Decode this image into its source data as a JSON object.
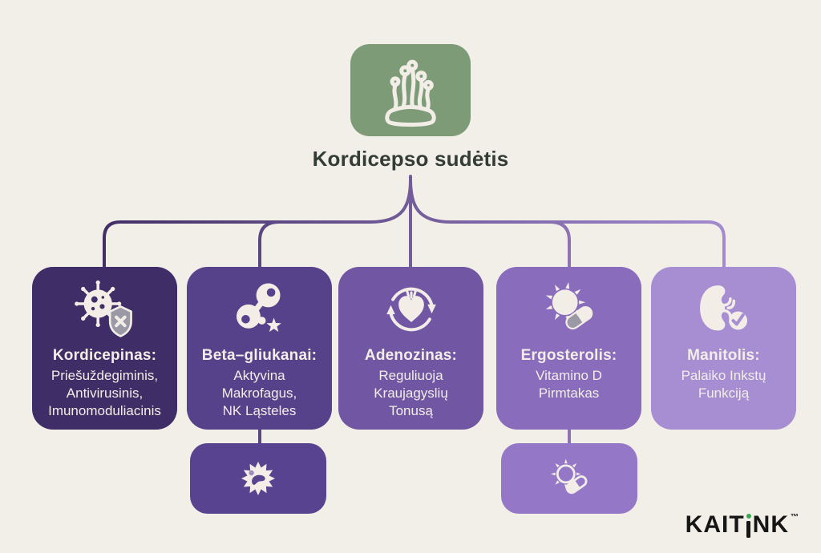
{
  "background_color": "#f2efe8",
  "root": {
    "title": "Kordicepso sudėtis",
    "icon": "cordyceps-mushroom-icon",
    "box_color": "#7e9b78",
    "title_color": "#333d35"
  },
  "nodes": [
    {
      "title": "Kordicepinas:",
      "lines": [
        "Priešuždegiminis,",
        "Antivirusinis,",
        "Imunomoduliacinis"
      ],
      "color": "#3e2d66",
      "icon": "virus-shield-icon"
    },
    {
      "title": "Beta–gliukanai:",
      "lines": [
        "Aktyvina",
        "Makrofagus,",
        "NK Ląsteles"
      ],
      "color": "#56418b",
      "icon": "molecule-star-icon"
    },
    {
      "title": "Adenozinas:",
      "lines": [
        "Reguliuoja",
        "Kraujagyslių",
        "Tonusą"
      ],
      "color": "#7156a4",
      "icon": "heart-cycle-icon"
    },
    {
      "title": "Ergosterolis:",
      "lines": [
        "Vitamino D",
        "Pirmtakas"
      ],
      "color": "#8a6cbd",
      "icon": "sun-capsule-icon"
    },
    {
      "title": "Manitolis:",
      "lines": [
        "Palaiko Inkstų",
        "Funkciją"
      ],
      "color": "#a78ed2",
      "icon": "kidney-check-icon"
    }
  ],
  "subnodes": [
    {
      "icon": "macrophage-cell-icon",
      "color": "#584390"
    },
    {
      "icon": "sun-capsule-outline-icon",
      "color": "#9478c7"
    }
  ],
  "connector": {
    "start": "#3f2d63",
    "end": "#a78dd2"
  },
  "accent_grey": "#9b99a6",
  "logo": {
    "part1": "KAIT",
    "part2": "NK",
    "tm": "™",
    "dot_color": "#3aa44e",
    "text_color": "#161616"
  }
}
